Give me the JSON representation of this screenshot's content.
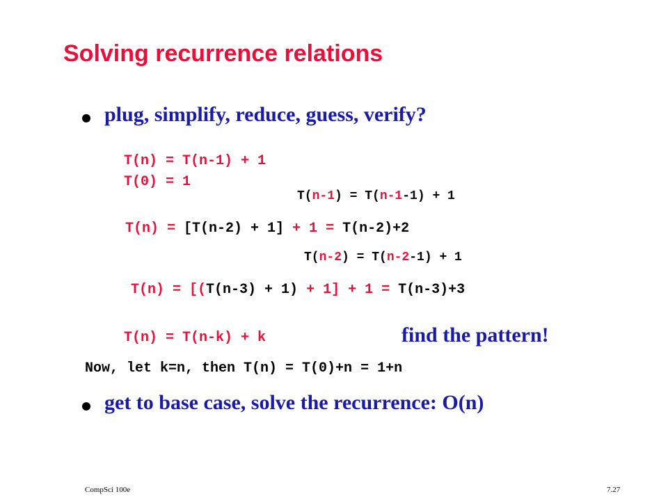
{
  "title": "Solving recurrence relations",
  "bullets": [
    "plug, simplify, reduce, guess, verify?",
    "get to base case, solve the recurrence: O(n)"
  ],
  "equations": {
    "def_1": "T(n) = T(n-1) + 1",
    "def_2": "T(0) = 1",
    "sub1": {
      "a": "T(",
      "b": "n-1",
      "c": ") = T(",
      "d": "n-1",
      "e": "-1) + 1"
    },
    "step1": {
      "a": "T(n) = ",
      "b": "[T(n-2) + 1]",
      "c": " + 1 = ",
      "d": "T(n-2)+2"
    },
    "sub2": {
      "a": "T(",
      "b": "n-2",
      "c": ") = T(",
      "d": "n-2",
      "e": "-1) + 1"
    },
    "step2": {
      "a": "T(n) = [(",
      "b": "T(n-3) + 1)",
      "c": " + 1]",
      "d": " + 1 = ",
      "e": "T(n-3)+3"
    },
    "general": "T(n) = T(n-k) + k",
    "conclusion": "Now, let k=n, then T(n) = T(0)+n = 1+n"
  },
  "pattern_note": "find the pattern!",
  "footer": {
    "course": "CompSci 100e",
    "page": "7.27"
  }
}
